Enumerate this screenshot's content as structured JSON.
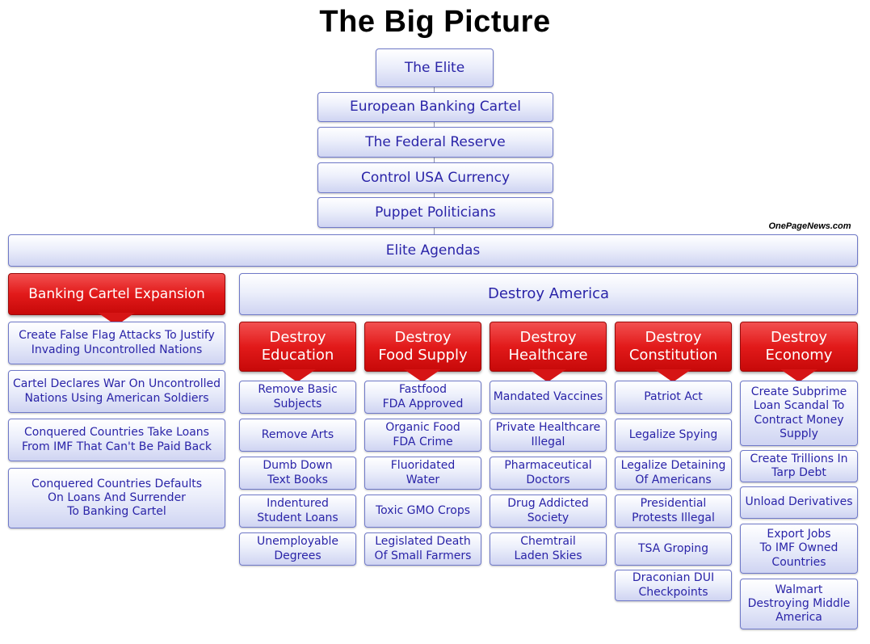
{
  "title": "The Big Picture",
  "credit": "OnePageNews.com",
  "chain": [
    "The Elite",
    "European Banking Cartel",
    "The Federal Reserve",
    "Control USA Currency",
    "Puppet Politicians"
  ],
  "agendas": "Elite Agendas",
  "banking": {
    "header": "Banking Cartel Expansion",
    "items": [
      "Create False Flag Attacks To Justify\nInvading Uncontrolled Nations",
      "Cartel Declares War On Uncontrolled\nNations Using American Soldiers",
      "Conquered Countries Take Loans\nFrom IMF That Can't Be Paid Back",
      "Conquered Countries Defaults\nOn Loans And Surrender\nTo Banking Cartel"
    ]
  },
  "destroy_america": "Destroy America",
  "columns": [
    {
      "header": "Destroy\nEducation",
      "items": [
        "Remove Basic\nSubjects",
        "Remove Arts",
        "Dumb Down\nText Books",
        "Indentured\nStudent Loans",
        "Unemployable\nDegrees"
      ]
    },
    {
      "header": "Destroy\nFood Supply",
      "items": [
        "Fastfood\nFDA Approved",
        "Organic Food\nFDA Crime",
        "Fluoridated\nWater",
        "Toxic GMO Crops",
        "Legislated Death\nOf Small Farmers"
      ]
    },
    {
      "header": "Destroy\nHealthcare",
      "items": [
        "Mandated Vaccines",
        "Private Healthcare\nIllegal",
        "Pharmaceutical\nDoctors",
        "Drug Addicted\nSociety",
        "Chemtrail\nLaden Skies"
      ]
    },
    {
      "header": "Destroy\nConstitution",
      "items": [
        "Patriot Act",
        "Legalize Spying",
        "Legalize Detaining\nOf Americans",
        "Presidential\nProtests Illegal",
        "TSA Groping",
        "Draconian DUI\nCheckpoints"
      ]
    },
    {
      "header": "Destroy\nEconomy",
      "items": [
        "Create Subprime\nLoan Scandal To\nContract Money\nSupply",
        "Create Trillions In\nTarp Debt",
        "Unload Derivatives",
        "Export Jobs\nTo IMF Owned\nCountries",
        "Walmart\nDestroying Middle\nAmerica"
      ]
    }
  ]
}
